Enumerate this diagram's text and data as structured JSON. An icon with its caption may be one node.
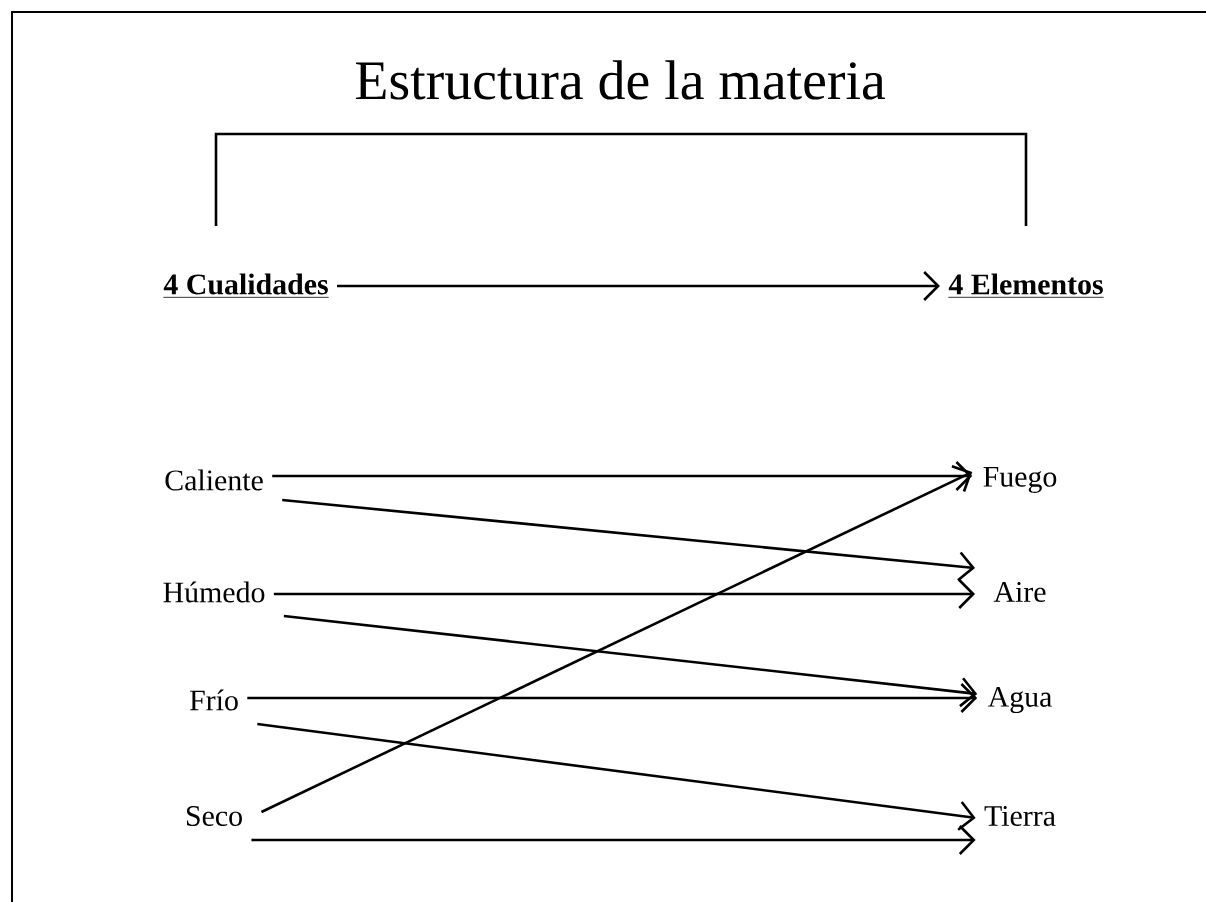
{
  "diagram": {
    "nodes": [
      {
        "text": [
          "Estructura de la materia"
        ]
      },
      {
        "text": [
          "4 Cualidades"
        ]
      },
      {
        "text": [
          "4 Elementos"
        ]
      },
      {
        "text": [
          "Caliente"
        ]
      },
      {
        "text": [
          "Húmedo"
        ]
      },
      {
        "text": [
          "Frío"
        ]
      },
      {
        "text": [
          "Seco"
        ]
      },
      {
        "text": [
          "Fuego"
        ]
      },
      {
        "text": [
          "Aire"
        ]
      },
      {
        "text": [
          "Agua"
        ]
      },
      {
        "text": [
          "Tierra"
        ]
      }
    ],
    "edges": [
      {
        "from": 0,
        "to": 1,
        "arrow": "none"
      },
      {
        "from": 0,
        "to": 2,
        "arrow": "none"
      },
      {
        "from": 1,
        "to": 2,
        "arrow": "to"
      },
      {
        "from": 3,
        "to": 7,
        "arrow": "to"
      },
      {
        "from": 3,
        "to": 8,
        "arrow": "to"
      },
      {
        "from": 4,
        "to": 8,
        "arrow": "to"
      },
      {
        "from": 4,
        "to": 9,
        "arrow": "to"
      },
      {
        "from": 5,
        "to": 9,
        "arrow": "to"
      },
      {
        "from": 5,
        "to": 10,
        "arrow": "to"
      },
      {
        "from": 6,
        "to": 10,
        "arrow": "to"
      },
      {
        "from": 6,
        "to": 7,
        "arrow": "to"
      }
    ]
  }
}
